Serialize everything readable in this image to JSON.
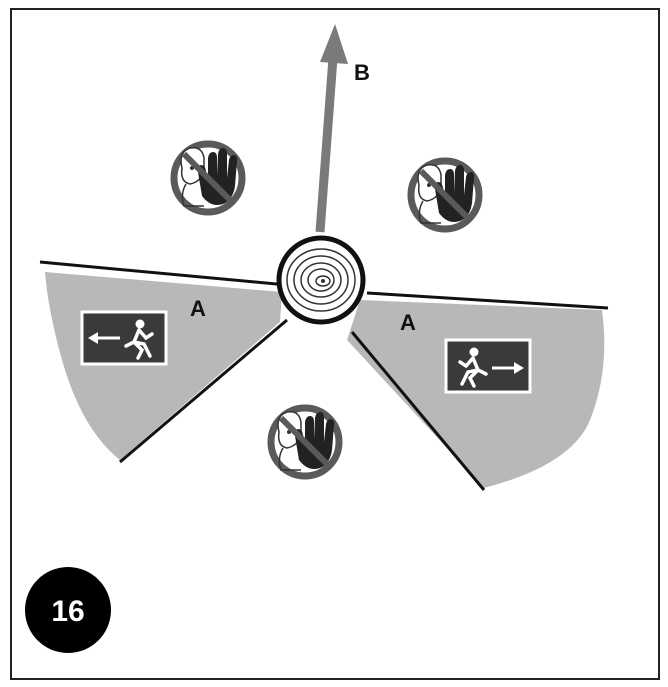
{
  "figure": {
    "number": "16",
    "label_escape_zone": "A",
    "label_fall_direction": "B"
  },
  "icons": {
    "prohibition": "no-entry-hand-prohibition-icon",
    "exit_left": "emergency-exit-left-icon",
    "exit_right": "emergency-exit-right-icon",
    "stump": "tree-stump-icon",
    "arrow": "fall-direction-arrow-icon"
  },
  "colors": {
    "zone_fill": "#b8b8b8",
    "arrow": "#7a7a7a",
    "prohibition_ring": "#5a5a5a",
    "badge": "#000000"
  }
}
